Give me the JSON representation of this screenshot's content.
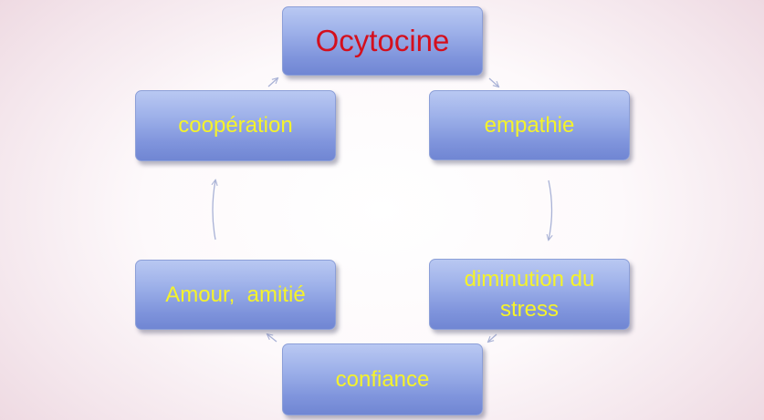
{
  "nodes": {
    "ocytocine": "Ocytocine",
    "empathie": "empathie",
    "stress": "diminution du\nstress",
    "confiance": "confiance",
    "amour": "Amour,  amitié",
    "cooperation": "coopération"
  },
  "colors": {
    "node_fill_top": "#b9c8f2",
    "node_fill_bottom": "#7086d3",
    "node_text": "#f5f32a",
    "title_text": "#d40f1d",
    "arrow": "#a9b2d6"
  }
}
